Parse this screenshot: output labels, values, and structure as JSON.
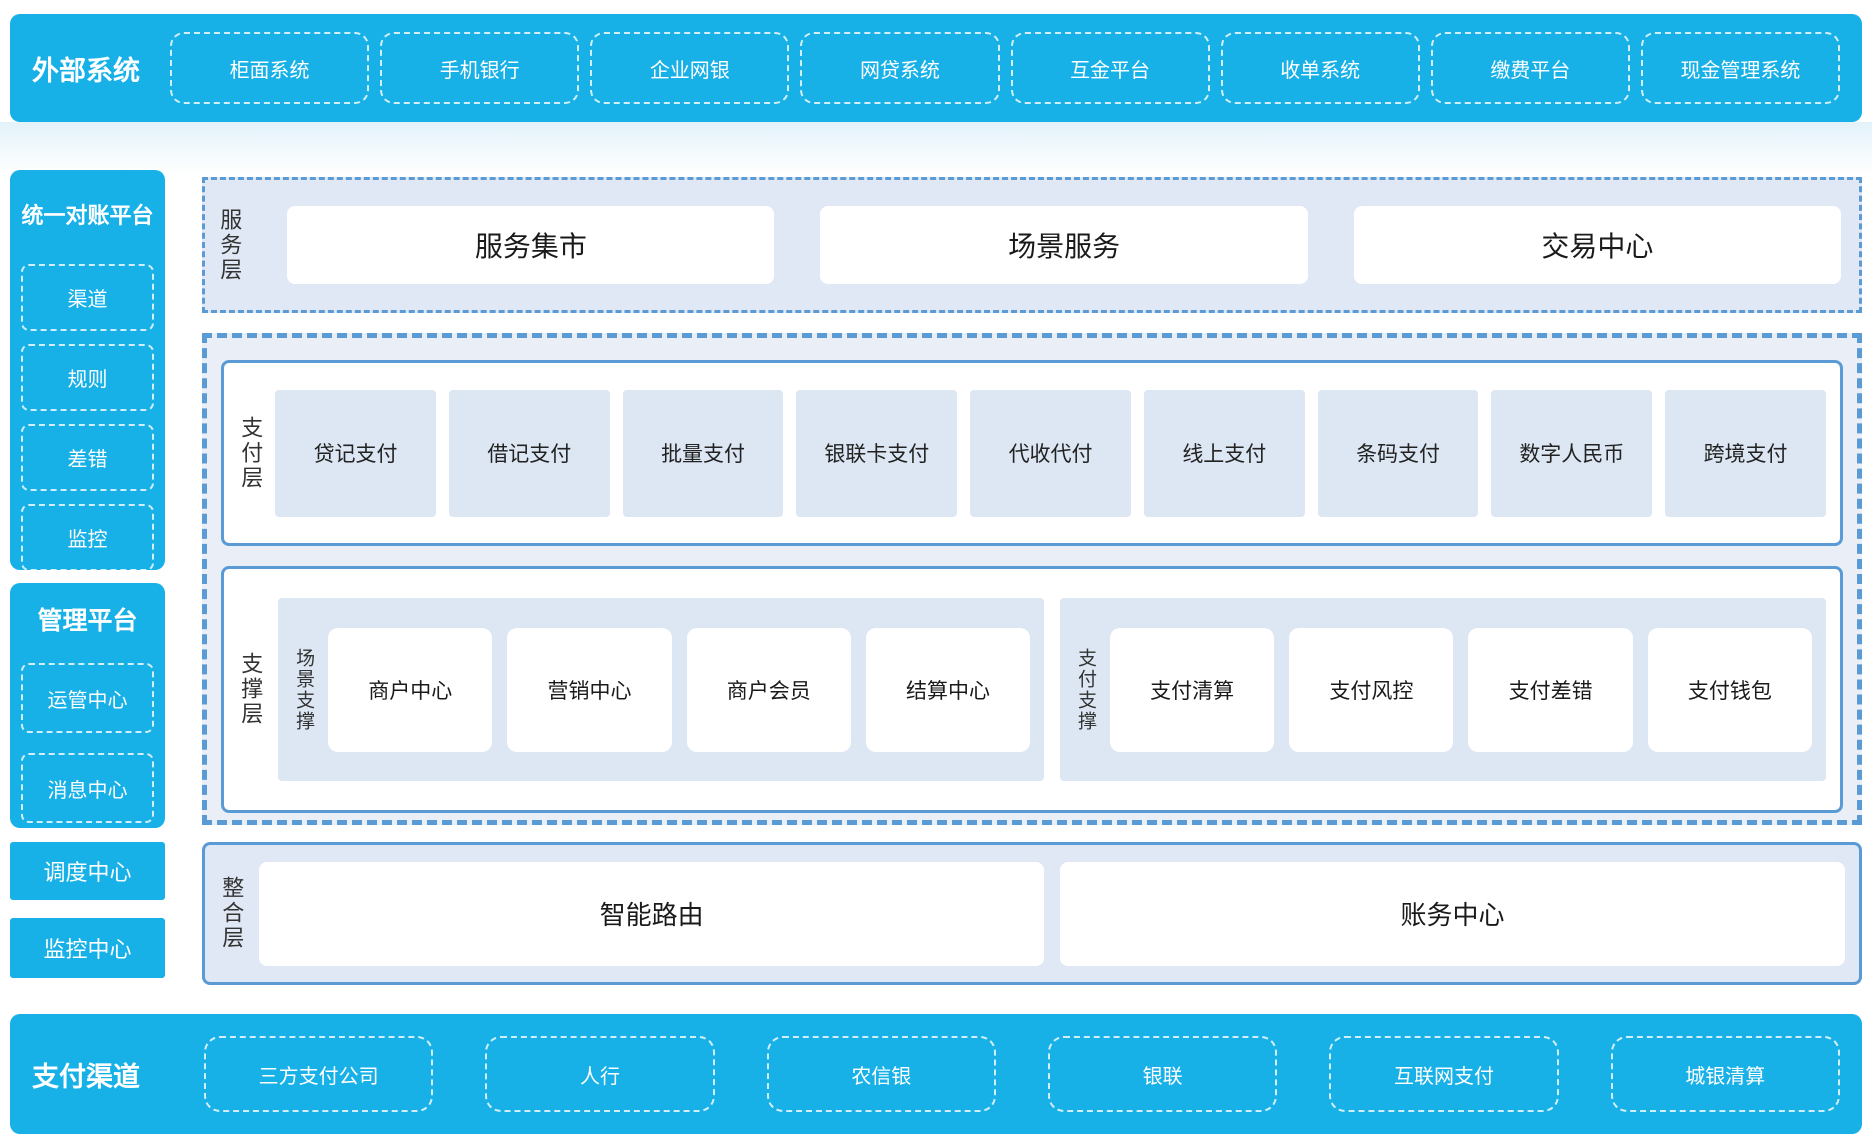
{
  "colors": {
    "accent": "#17b1e8",
    "border_blue": "#5b9bd5",
    "panel_light": "#dce7f3",
    "section_bg": "#dfe8f4",
    "wrap_bg": "#e9eef7"
  },
  "top_bar": {
    "title": "外部系统",
    "items": [
      "柜面系统",
      "手机银行",
      "企业网银",
      "网贷系统",
      "互金平台",
      "收单系统",
      "缴费平台",
      "现金管理系统"
    ]
  },
  "sidebar": {
    "reconciliation": {
      "title": "统一对账平台",
      "items": [
        "渠道",
        "规则",
        "差错",
        "监控"
      ]
    },
    "management": {
      "title": "管理平台",
      "items": [
        "运管中心",
        "消息中心"
      ]
    },
    "standalone": [
      "调度中心",
      "监控中心"
    ]
  },
  "layers": {
    "service": {
      "label": "服务层",
      "boxes": [
        "服务集市",
        "场景服务",
        "交易中心"
      ]
    },
    "payment": {
      "label": "支付层",
      "items": [
        "贷记支付",
        "借记支付",
        "批量支付",
        "银联卡支付",
        "代收代付",
        "线上支付",
        "条码支付",
        "数字人民币",
        "跨境支付"
      ]
    },
    "support": {
      "label": "支撑层",
      "groups": [
        {
          "label": "场景支撑",
          "items": [
            "商户中心",
            "营销中心",
            "商户会员",
            "结算中心"
          ]
        },
        {
          "label": "支付支撑",
          "items": [
            "支付清算",
            "支付风控",
            "支付差错",
            "支付钱包"
          ]
        }
      ]
    },
    "integration": {
      "label": "整合层",
      "boxes": [
        "智能路由",
        "账务中心"
      ]
    }
  },
  "bottom_bar": {
    "title": "支付渠道",
    "items": [
      "三方支付公司",
      "人行",
      "农信银",
      "银联",
      "互联网支付",
      "城银清算"
    ]
  }
}
